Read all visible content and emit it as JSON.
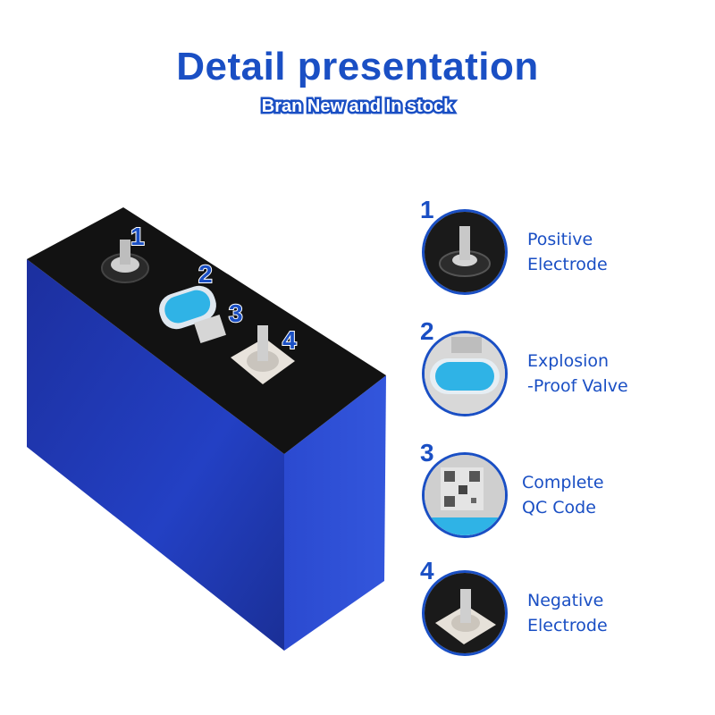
{
  "header": {
    "title": "Detail presentation",
    "subtitle": "Bran New and In stock"
  },
  "callouts": [
    "1",
    "2",
    "3",
    "4"
  ],
  "details": [
    {
      "number": "1",
      "line1": "Positive",
      "line2": "Electrode",
      "icon": "positive-electrode-icon"
    },
    {
      "number": "2",
      "line1": "Explosion",
      "line2": "-Proof Valve",
      "icon": "explosion-valve-icon"
    },
    {
      "number": "3",
      "line1": "Complete",
      "line2": "QC Code",
      "icon": "qr-code-icon"
    },
    {
      "number": "4",
      "line1": "Negative",
      "line2": "Electrode",
      "icon": "negative-electrode-icon"
    }
  ],
  "colors": {
    "brand_blue": "#1a4fc4",
    "battery_blue": "#1e35b0",
    "top_black": "#111111",
    "valve_cyan": "#2fb3e6"
  }
}
